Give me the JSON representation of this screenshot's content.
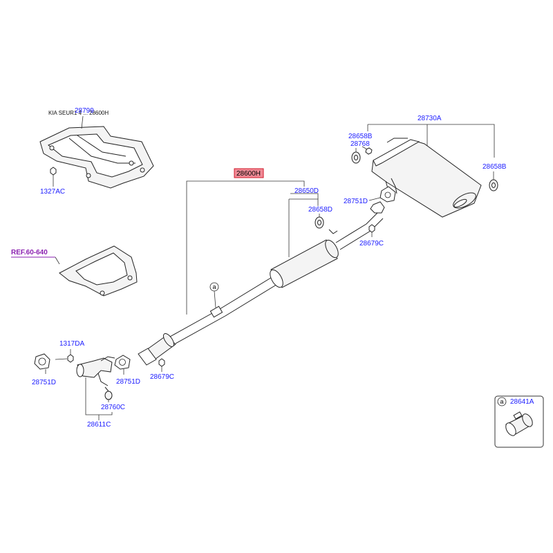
{
  "labels": {
    "cover_note": "KIA SEUR1 4 ... 28600H",
    "heat_shield_top": "28799",
    "nut_1327AC": "1327AC",
    "ref": "REF.60-640",
    "assembly": "28600H",
    "center_muffler": "28650D",
    "hanger_d_center": "28658D",
    "clamp_marker": "a",
    "muffler_rear": "28730A",
    "hanger_b_left": "28658B",
    "bolt_28768": "28768",
    "hanger_b_right": "28658B",
    "gasket_rear": "28751D",
    "bolt_rear": "28679C",
    "bolt_1317DA": "1317DA",
    "gasket_front_left": "28751D",
    "gasket_front_right": "28751D",
    "bolt_front": "28679C",
    "hanger_front": "28760C",
    "front_pipe": "28611C",
    "inset_marker": "a",
    "inset_part": "28641A"
  },
  "colors": {
    "label": "#1a1aff",
    "highlight_fill": "#f08a96",
    "highlight_stroke": "#d11a2a",
    "ref_text": "#8a1fb0",
    "line": "#333333"
  }
}
